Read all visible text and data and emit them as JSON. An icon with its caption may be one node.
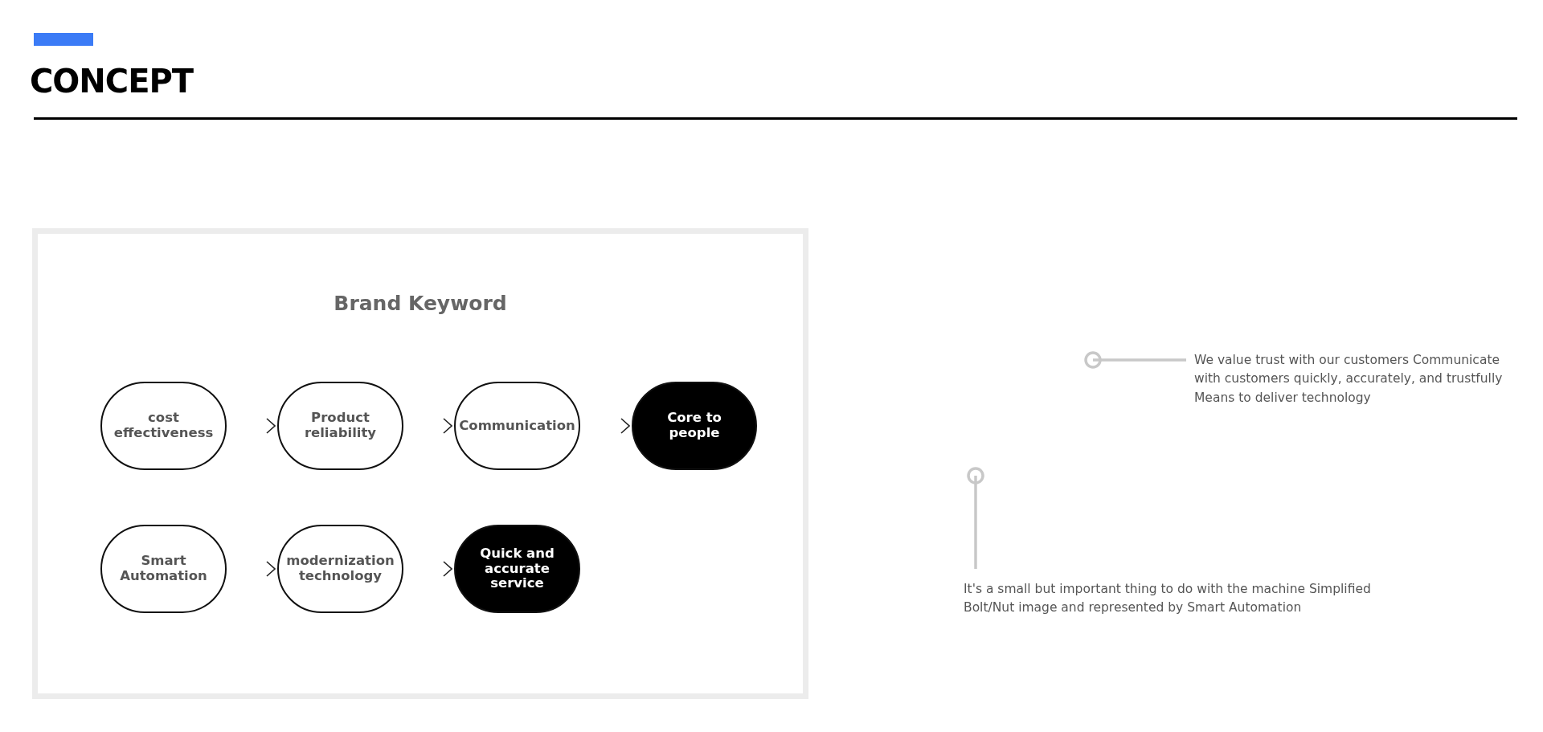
{
  "diagram": {
    "title": "CONCEPT",
    "nodes": [
      {
        "text": [
          "Brand Keyword"
        ]
      },
      {
        "text": [
          "cost effectiveness"
        ],
        "in": 0
      },
      {
        "text": [
          "Product reliability"
        ],
        "in": 0
      },
      {
        "text": [
          "Communication"
        ],
        "in": 0
      },
      {
        "text": [
          "Core to people"
        ],
        "in": 0
      },
      {
        "text": [
          "Smart Automation"
        ],
        "in": 0
      },
      {
        "text": [
          "modernization technology"
        ],
        "in": 0
      },
      {
        "text": [
          "Quick and accurate service"
        ],
        "in": 0
      },
      {
        "text": [
          "We value trust with our customers Communicate with customers quickly, accurately, and trustfully Means to deliver technology"
        ]
      },
      {
        "text": [
          "It's a small but important thing to do with the machine Simplified Bolt/Nut image and represented by Smart Automation"
        ]
      }
    ],
    "edges": [
      {
        "from": 1,
        "to": 2,
        "arrow": "to"
      },
      {
        "from": 2,
        "to": 3,
        "arrow": "to"
      },
      {
        "from": 3,
        "to": 4,
        "arrow": "to"
      },
      {
        "from": 5,
        "to": 6,
        "arrow": "to"
      },
      {
        "from": 6,
        "to": 7,
        "arrow": "to"
      },
      {
        "from": 8,
        "to": null,
        "arrow": "other",
        "color": "#c8c8c8"
      },
      {
        "from": 9,
        "to": null,
        "arrow": "other",
        "color": "#c8c8c8"
      }
    ]
  }
}
